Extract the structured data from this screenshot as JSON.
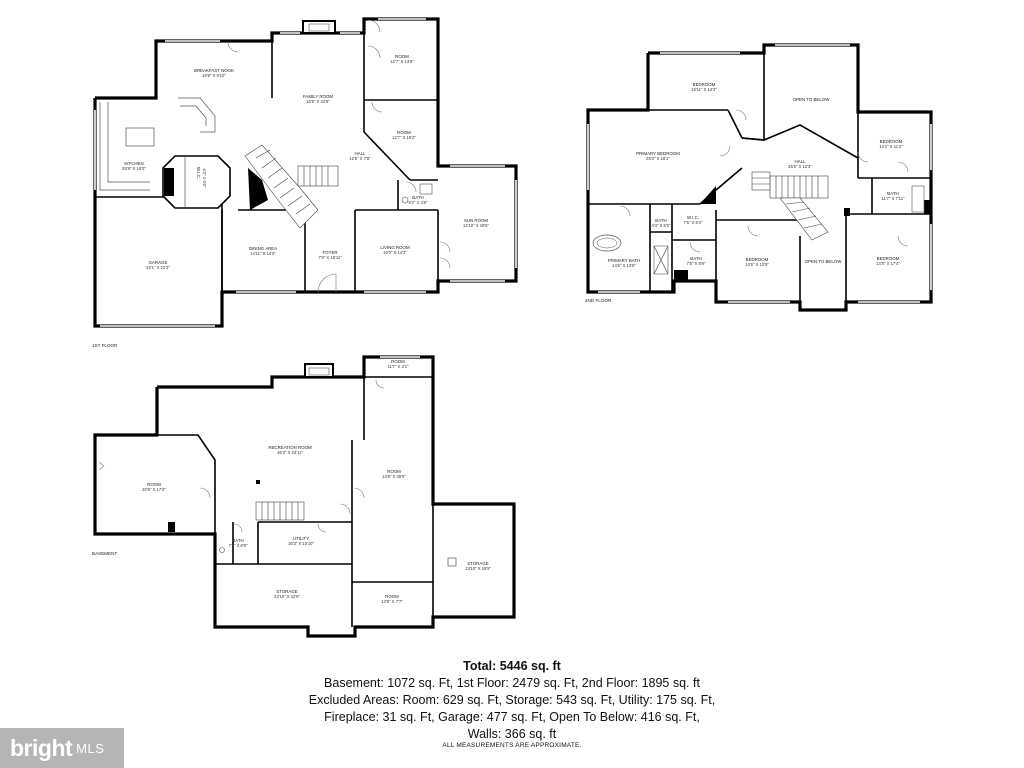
{
  "floors": {
    "first": {
      "label": "1ST FLOOR",
      "rooms": {
        "breakfast_nook": {
          "name": "BREAKFAST NOOK",
          "size": "19'9\" X 9'10\""
        },
        "family_room": {
          "name": "FAMILY ROOM",
          "size": "16'5\" X 22'8\""
        },
        "room_top": {
          "name": "ROOM",
          "size": "12'7\" X 13'8\""
        },
        "room_mid": {
          "name": "ROOM",
          "size": "12'7\" X 15'2\""
        },
        "kitchen": {
          "name": "KITCHEN",
          "size": "28'8\" X 19'0\""
        },
        "hall": {
          "name": "HALL",
          "size": "12'5\" X 7'8\""
        },
        "bath": {
          "name": "BATH",
          "size": "6'2\" X 4'9\""
        },
        "sun_room": {
          "name": "SUN ROOM",
          "size": "12'10\" X 19'5\""
        },
        "wic": {
          "name": "W.I.C.",
          "size": "6'3\" X 6'0\""
        },
        "garage": {
          "name": "GARAGE",
          "size": "22'1\" X 22'2\""
        },
        "dining_room": {
          "name": "DINING AREA",
          "size": "14'11\" X 14'0\""
        },
        "foyer": {
          "name": "FOYER",
          "size": "7'6\" X 15'11\""
        },
        "living_room": {
          "name": "LIVING ROOM",
          "size": "15'0\" X 14'3\""
        }
      }
    },
    "second": {
      "label": "2ND FLOOR",
      "rooms": {
        "bedroom_top": {
          "name": "BEDROOM",
          "size": "19'11\" X 14'3\""
        },
        "open_below_top": {
          "name": "OPEN TO BELOW",
          "size": ""
        },
        "primary_bedroom": {
          "name": "PRIMARY BEDROOM",
          "size": "28'2\" X 16'1\""
        },
        "bedroom_right": {
          "name": "BEDROOM",
          "size": "14'1\" X 11'2\""
        },
        "hall": {
          "name": "HALL",
          "size": "25'5\" X 12'3\""
        },
        "bath_right": {
          "name": "BATH",
          "size": "11'7\" X 7'11\""
        },
        "bath_small": {
          "name": "BATH",
          "size": "4'4\" X 5'5\""
        },
        "wic": {
          "name": "W.I.C.",
          "size": "7'5\" X 6'4\""
        },
        "primary_bath": {
          "name": "PRIMARY BATH",
          "size": "14'6\" X 13'5\""
        },
        "bath_mid": {
          "name": "BATH",
          "size": "7'6\" X 9'9\""
        },
        "bedroom_mid": {
          "name": "BEDROOM",
          "size": "14'5\" X 10'9\""
        },
        "open_below_mid": {
          "name": "OPEN TO BELOW",
          "size": ""
        },
        "bedroom_bottom": {
          "name": "BEDROOM",
          "size": "14'8\" X 17'4\""
        }
      }
    },
    "basement": {
      "label": "BASEMENT",
      "rooms": {
        "room_top": {
          "name": "ROOM",
          "size": "11'7\" X 3'1\""
        },
        "recreation_room": {
          "name": "RECREATION ROOM",
          "size": "36'3\" X 23'11\""
        },
        "room_left": {
          "name": "ROOM",
          "size": "20'9\" X 17'2\""
        },
        "room_right": {
          "name": "ROOM",
          "size": "13'8\" X 35'9\""
        },
        "bath": {
          "name": "BATH",
          "size": "7'2\" X 6'9\""
        },
        "utility": {
          "name": "UTILITY",
          "size": "16'3\" X 10'10\""
        },
        "storage_right": {
          "name": "STORAGE",
          "size": "13'10\" X 19'5\""
        },
        "storage_left": {
          "name": "STORAGE",
          "size": "23'10\" X 12'6\""
        },
        "room_bottom": {
          "name": "ROOM",
          "size": "13'9\" X 7'7\""
        }
      }
    }
  },
  "summary": {
    "total": "Total: 5446 sq. ft",
    "line1": "Basement: 1072 sq. Ft, 1st Floor: 2479 sq. Ft, 2nd Floor: 1895 sq. ft",
    "line2": "Excluded Areas: Room: 629 sq. Ft, Storage: 543 sq. Ft, Utility: 175 sq. Ft,",
    "line3": "Fireplace: 31 sq. Ft, Garage: 477 sq. Ft, Open To Below: 416 sq. Ft,",
    "line4": "Walls: 366 sq. ft",
    "note": "ALL MEASUREMENTS ARE APPROXIMATE."
  },
  "branding": {
    "name": "bright",
    "suffix": "MLS"
  }
}
